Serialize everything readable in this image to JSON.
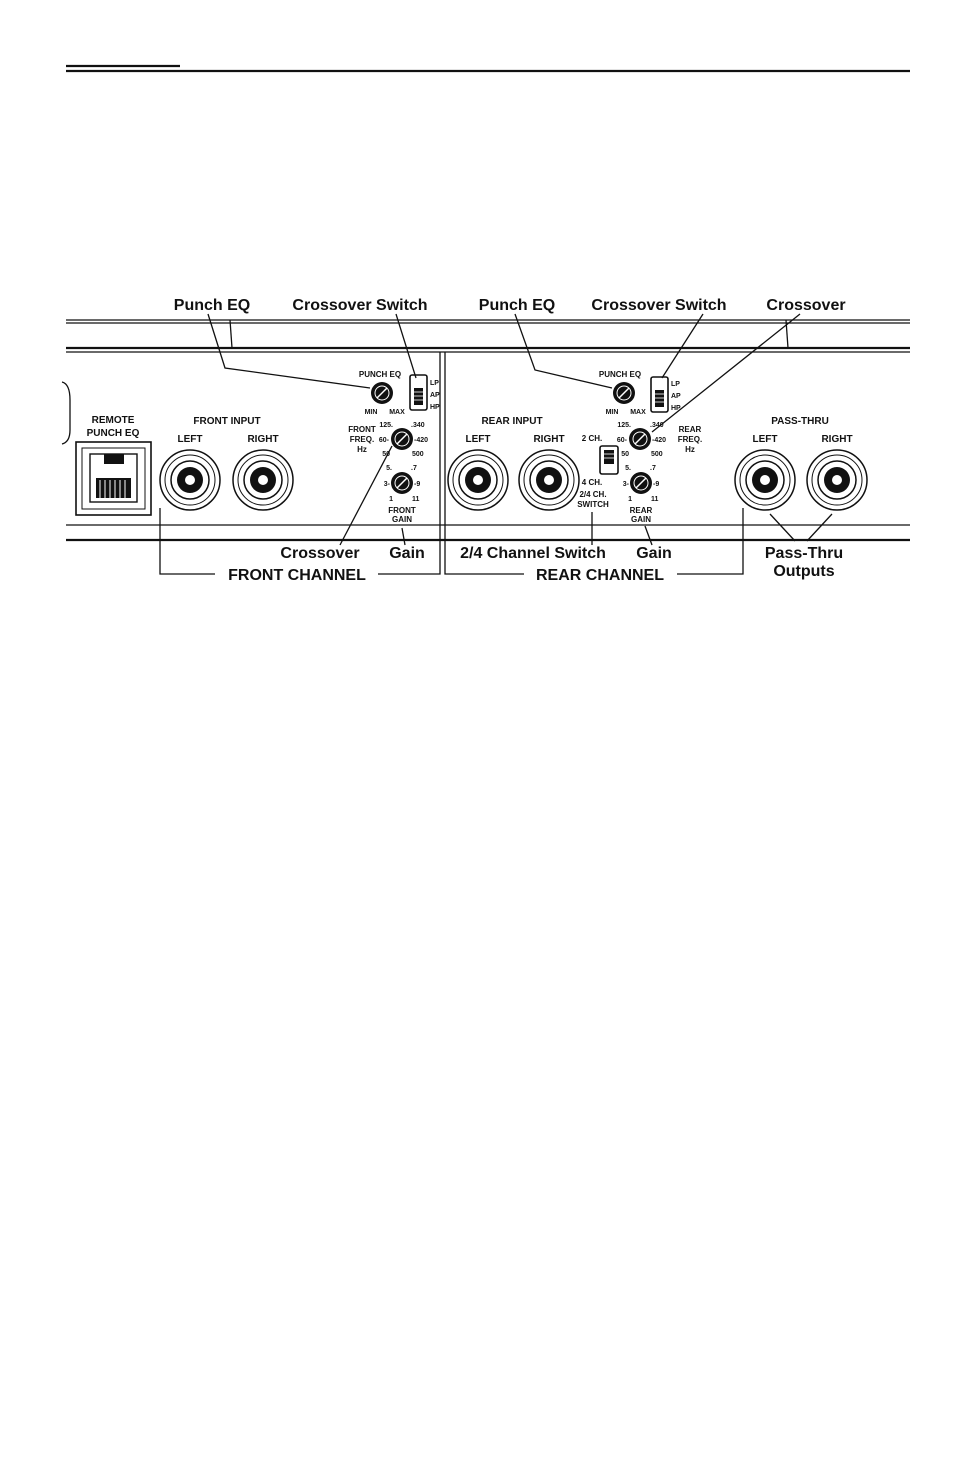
{
  "callouts": {
    "punch_eq_front": "Punch EQ",
    "crossover_switch_front": "Crossover Switch",
    "punch_eq_rear": "Punch EQ",
    "crossover_switch_rear": "Crossover Switch",
    "crossover_rear": "Crossover",
    "crossover_front": "Crossover",
    "gain_front": "Gain",
    "channel_switch": "2/4 Channel Switch",
    "gain_rear": "Gain",
    "pass_thru_line1": "Pass-Thru",
    "pass_thru_line2": "Outputs"
  },
  "sections": {
    "front_channel": "FRONT CHANNEL",
    "rear_channel": "REAR CHANNEL"
  },
  "panel": {
    "remote_line1": "REMOTE",
    "remote_line2": "PUNCH EQ",
    "front_input": "FRONT INPUT",
    "rear_input": "REAR INPUT",
    "pass_thru": "PASS-THRU",
    "left": "LEFT",
    "right": "RIGHT",
    "punch_eq": "PUNCH EQ",
    "min": "MIN",
    "max": "MAX",
    "lp": "LP",
    "ap": "AP",
    "hp": "HP",
    "front_freq_l1": "FRONT",
    "front_freq_l2": "FREQ.",
    "front_freq_l3": "Hz",
    "rear_freq_l1": "REAR",
    "rear_freq_l2": "FREQ.",
    "rear_freq_l3": "Hz",
    "freq_125": "125.",
    "freq_340": ".340",
    "freq_60": "60-",
    "freq_420": "-420",
    "freq_50": "50",
    "freq_500": "500",
    "gain_5": "5.",
    "gain_7": ".7",
    "gain_3": "3-",
    "gain_9": "-9",
    "gain_1": "1",
    "gain_11": "11",
    "front_gain_l1": "FRONT",
    "front_gain_l2": "GAIN",
    "rear_gain_l1": "REAR",
    "rear_gain_l2": "GAIN",
    "two_ch": "2 CH.",
    "four_ch": "4 CH.",
    "switch_l1": "2/4 CH.",
    "switch_l2": "SWITCH"
  }
}
